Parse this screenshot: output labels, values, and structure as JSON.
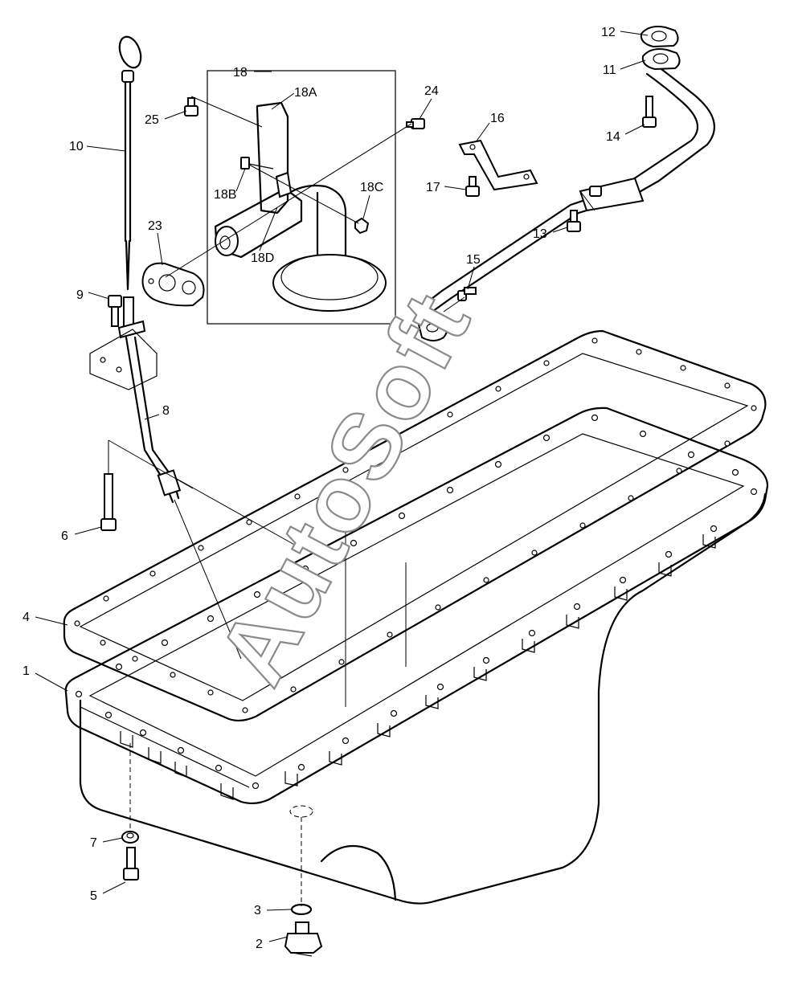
{
  "watermark": "AutoSoft",
  "callouts": {
    "c1": "1",
    "c2": "2",
    "c3": "3",
    "c4": "4",
    "c5": "5",
    "c6": "6",
    "c7": "7",
    "c8": "8",
    "c9": "9",
    "c10": "10",
    "c11": "11",
    "c12": "12",
    "c13": "13",
    "c14": "14",
    "c15": "15",
    "c16": "16",
    "c17": "17",
    "c18": "18",
    "c18A": "18A",
    "c18B": "18B",
    "c18C": "18C",
    "c18D": "18D",
    "c23": "23",
    "c24": "24",
    "c25": "25"
  },
  "colors": {
    "line": "#000000",
    "watermark_outline": "#8a8a8a",
    "background": "#ffffff"
  }
}
